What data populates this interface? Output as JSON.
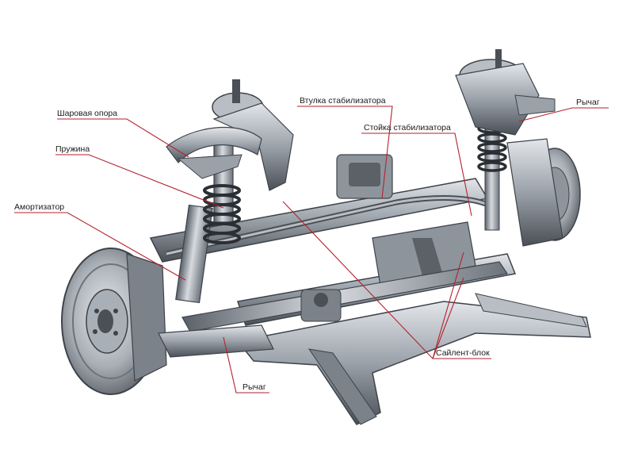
{
  "labels": {
    "ball_joint": "Шаровая опора",
    "spring": "Пружина",
    "shock_absorber": "Амортизатор",
    "stabilizer_bushing": "Втулка стабилизатора",
    "stabilizer_link": "Стойка стабилизатора",
    "lever_right": "Рычаг",
    "lever_bottom": "Рычаг",
    "silent_block": "Сайлент-блок"
  },
  "colors": {
    "leader_line": "#b3222e",
    "metal_light": "#c9ced4",
    "metal_mid": "#8d949c",
    "metal_dark": "#3e4349",
    "background": "#ffffff"
  }
}
